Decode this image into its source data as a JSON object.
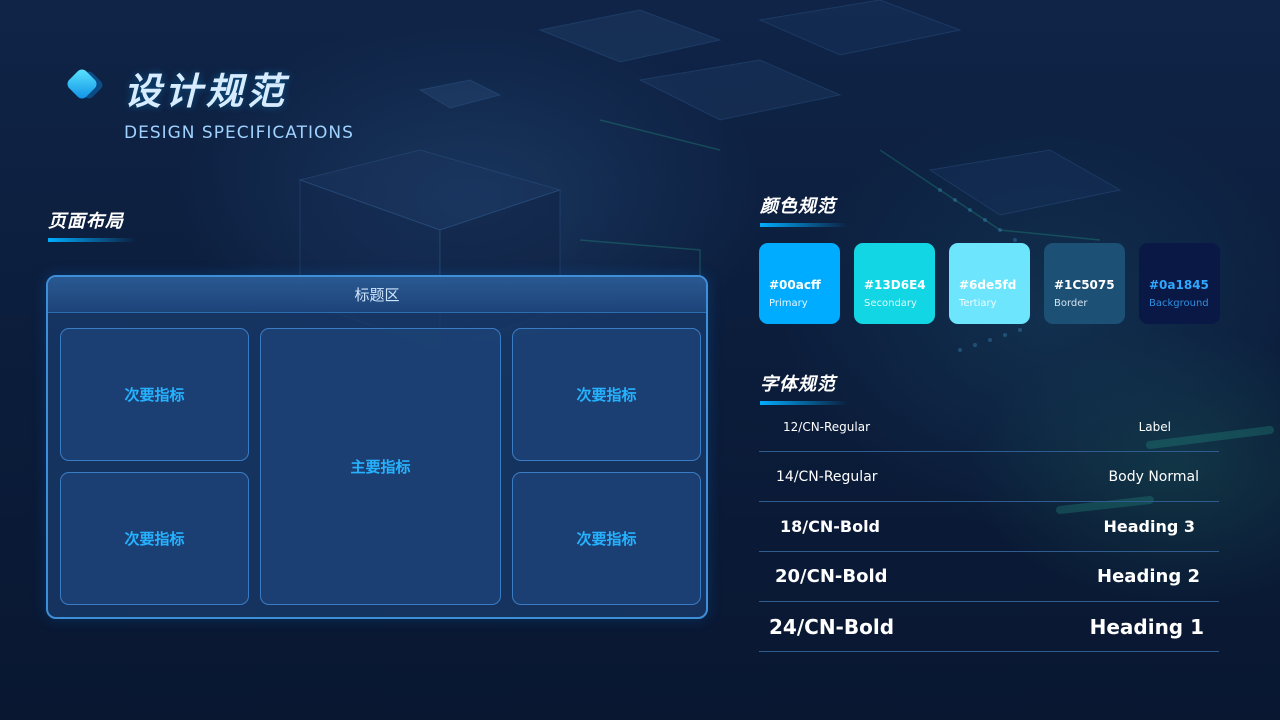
{
  "header": {
    "title": "设计规范",
    "subtitle": "DESIGN SPECIFICATIONS",
    "logo_icon": "diamond-logo-icon"
  },
  "layout_section": {
    "heading": "页面布局",
    "title_area": "标题区",
    "primary_metric": "主要指标",
    "secondary_metrics": [
      "次要指标",
      "次要指标",
      "次要指标",
      "次要指标"
    ]
  },
  "color_section": {
    "heading": "颜色规范",
    "swatches": [
      {
        "hex": "#00acff",
        "name": "Primary",
        "color": "#00acff",
        "text_color": "#ffffff",
        "sub_color": "#e6f6ff"
      },
      {
        "hex": "#13D6E4",
        "name": "Secondary",
        "color": "#13d6e4",
        "text_color": "#ffffff",
        "sub_color": "#e3fbfd"
      },
      {
        "hex": "#6de5fd",
        "name": "Tertiary",
        "color": "#6de5fd",
        "text_color": "#ffffff",
        "sub_color": "#f0fcff"
      },
      {
        "hex": "#1C5075",
        "name": "Border",
        "color": "#1c5075",
        "text_color": "#ffffff",
        "sub_color": "#d3e4f2"
      },
      {
        "hex": "#0a1845",
        "name": "Background",
        "color": "#0a1845",
        "text_color": "#2fa8ff",
        "sub_color": "#2f8fe0"
      }
    ]
  },
  "font_section": {
    "heading": "字体规范",
    "rows": [
      {
        "spec": "12/CN-Regular",
        "usage": "Label"
      },
      {
        "spec": "14/CN-Regular",
        "usage": "Body Normal"
      },
      {
        "spec": "18/CN-Bold",
        "usage": "Heading 3"
      },
      {
        "spec": "20/CN-Bold",
        "usage": "Heading 2"
      },
      {
        "spec": "24/CN-Bold",
        "usage": "Heading 1"
      }
    ]
  }
}
